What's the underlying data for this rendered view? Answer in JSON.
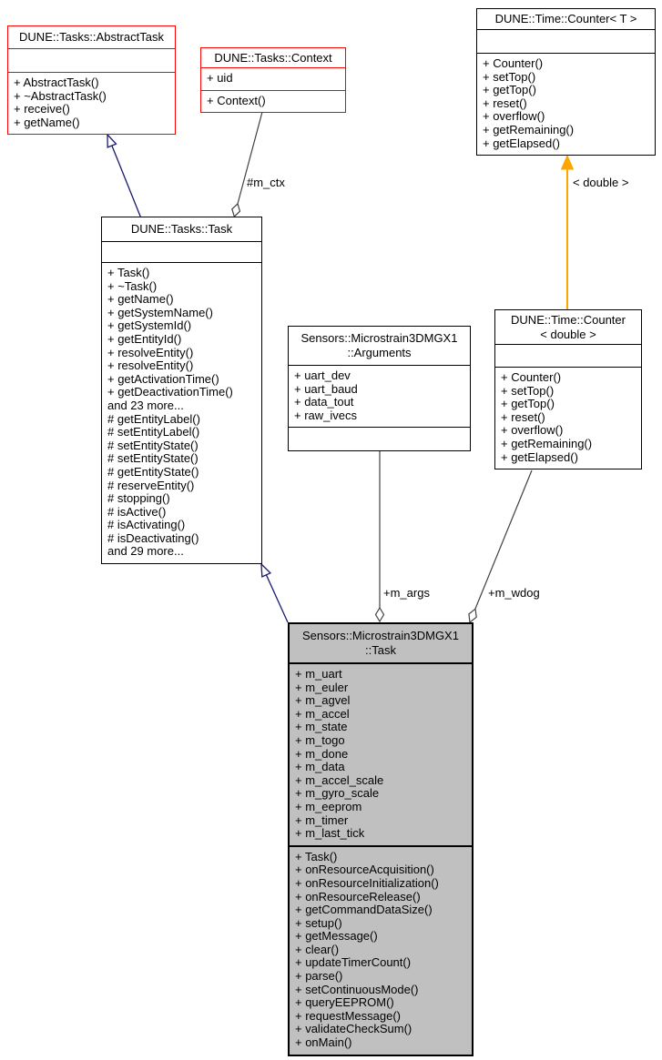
{
  "diagram": {
    "type": "uml-collaboration-diagram",
    "colors": {
      "undocumented_box_border": "#ff0000",
      "normal_box_border": "#000000",
      "focus_box_fill": "#c0c0c0",
      "inheritance_edge": "#191970",
      "template_edge": "#ffa500",
      "usage_edge": "#404040",
      "background": "#ffffff"
    },
    "classes": {
      "abstract_task": {
        "title": "DUNE::Tasks::AbstractTask",
        "attributes": [],
        "methods": [
          "+ AbstractTask()",
          "+ ~AbstractTask()",
          "+ receive()",
          "+ getName()"
        ]
      },
      "context": {
        "title": "DUNE::Tasks::Context",
        "attributes": [
          "+ uid"
        ],
        "methods": [
          "+ Context()"
        ]
      },
      "counter_t": {
        "title": "DUNE::Time::Counter< T >",
        "attributes": [],
        "methods": [
          "+ Counter()",
          "+ setTop()",
          "+ getTop()",
          "+ reset()",
          "+ overflow()",
          "+ getRemaining()",
          "+ getElapsed()"
        ]
      },
      "task": {
        "title": "DUNE::Tasks::Task",
        "attributes": [],
        "methods": [
          "+ Task()",
          "+ ~Task()",
          "+ getName()",
          "+ getSystemName()",
          "+ getSystemId()",
          "+ getEntityId()",
          "+ resolveEntity()",
          "+ resolveEntity()",
          "+ getActivationTime()",
          "+ getDeactivationTime()",
          "and 23 more...",
          "# getEntityLabel()",
          "# setEntityLabel()",
          "# setEntityState()",
          "# setEntityState()",
          "# getEntityState()",
          "# reserveEntity()",
          "# stopping()",
          "# isActive()",
          "# isActivating()",
          "# isDeactivating()",
          "and 29 more..."
        ]
      },
      "arguments": {
        "title_lines": [
          "Sensors::Microstrain3DMGX1",
          "::Arguments"
        ],
        "attributes": [
          "+ uart_dev",
          "+ uart_baud",
          "+ data_tout",
          "+ raw_ivecs"
        ],
        "methods": []
      },
      "counter_double": {
        "title_lines": [
          "DUNE::Time::Counter",
          "< double >"
        ],
        "attributes": [],
        "methods": [
          "+ Counter()",
          "+ setTop()",
          "+ getTop()",
          "+ reset()",
          "+ overflow()",
          "+ getRemaining()",
          "+ getElapsed()"
        ]
      },
      "ms_task": {
        "title_lines": [
          "Sensors::Microstrain3DMGX1",
          "::Task"
        ],
        "attributes": [
          "+ m_uart",
          "+ m_euler",
          "+ m_agvel",
          "+ m_accel",
          "+ m_state",
          "+ m_togo",
          "+ m_done",
          "+ m_data",
          "+ m_accel_scale",
          "+ m_gyro_scale",
          "+ m_eeprom",
          "+ m_timer",
          "+ m_last_tick"
        ],
        "methods": [
          "+ Task()",
          "+ onResourceAcquisition()",
          "+ onResourceInitialization()",
          "+ onResourceRelease()",
          "+ getCommandDataSize()",
          "+ setup()",
          "+ getMessage()",
          "+ clear()",
          "+ updateTimerCount()",
          "+ parse()",
          "+ setContinuousMode()",
          "+ queryEEPROM()",
          "+ requestMessage()",
          "+ validateCheckSum()",
          "+ onMain()"
        ]
      }
    },
    "edge_labels": {
      "m_ctx": "#m_ctx",
      "template_double": "< double >",
      "m_args": "+m_args",
      "m_wdog": "+m_wdog"
    }
  }
}
